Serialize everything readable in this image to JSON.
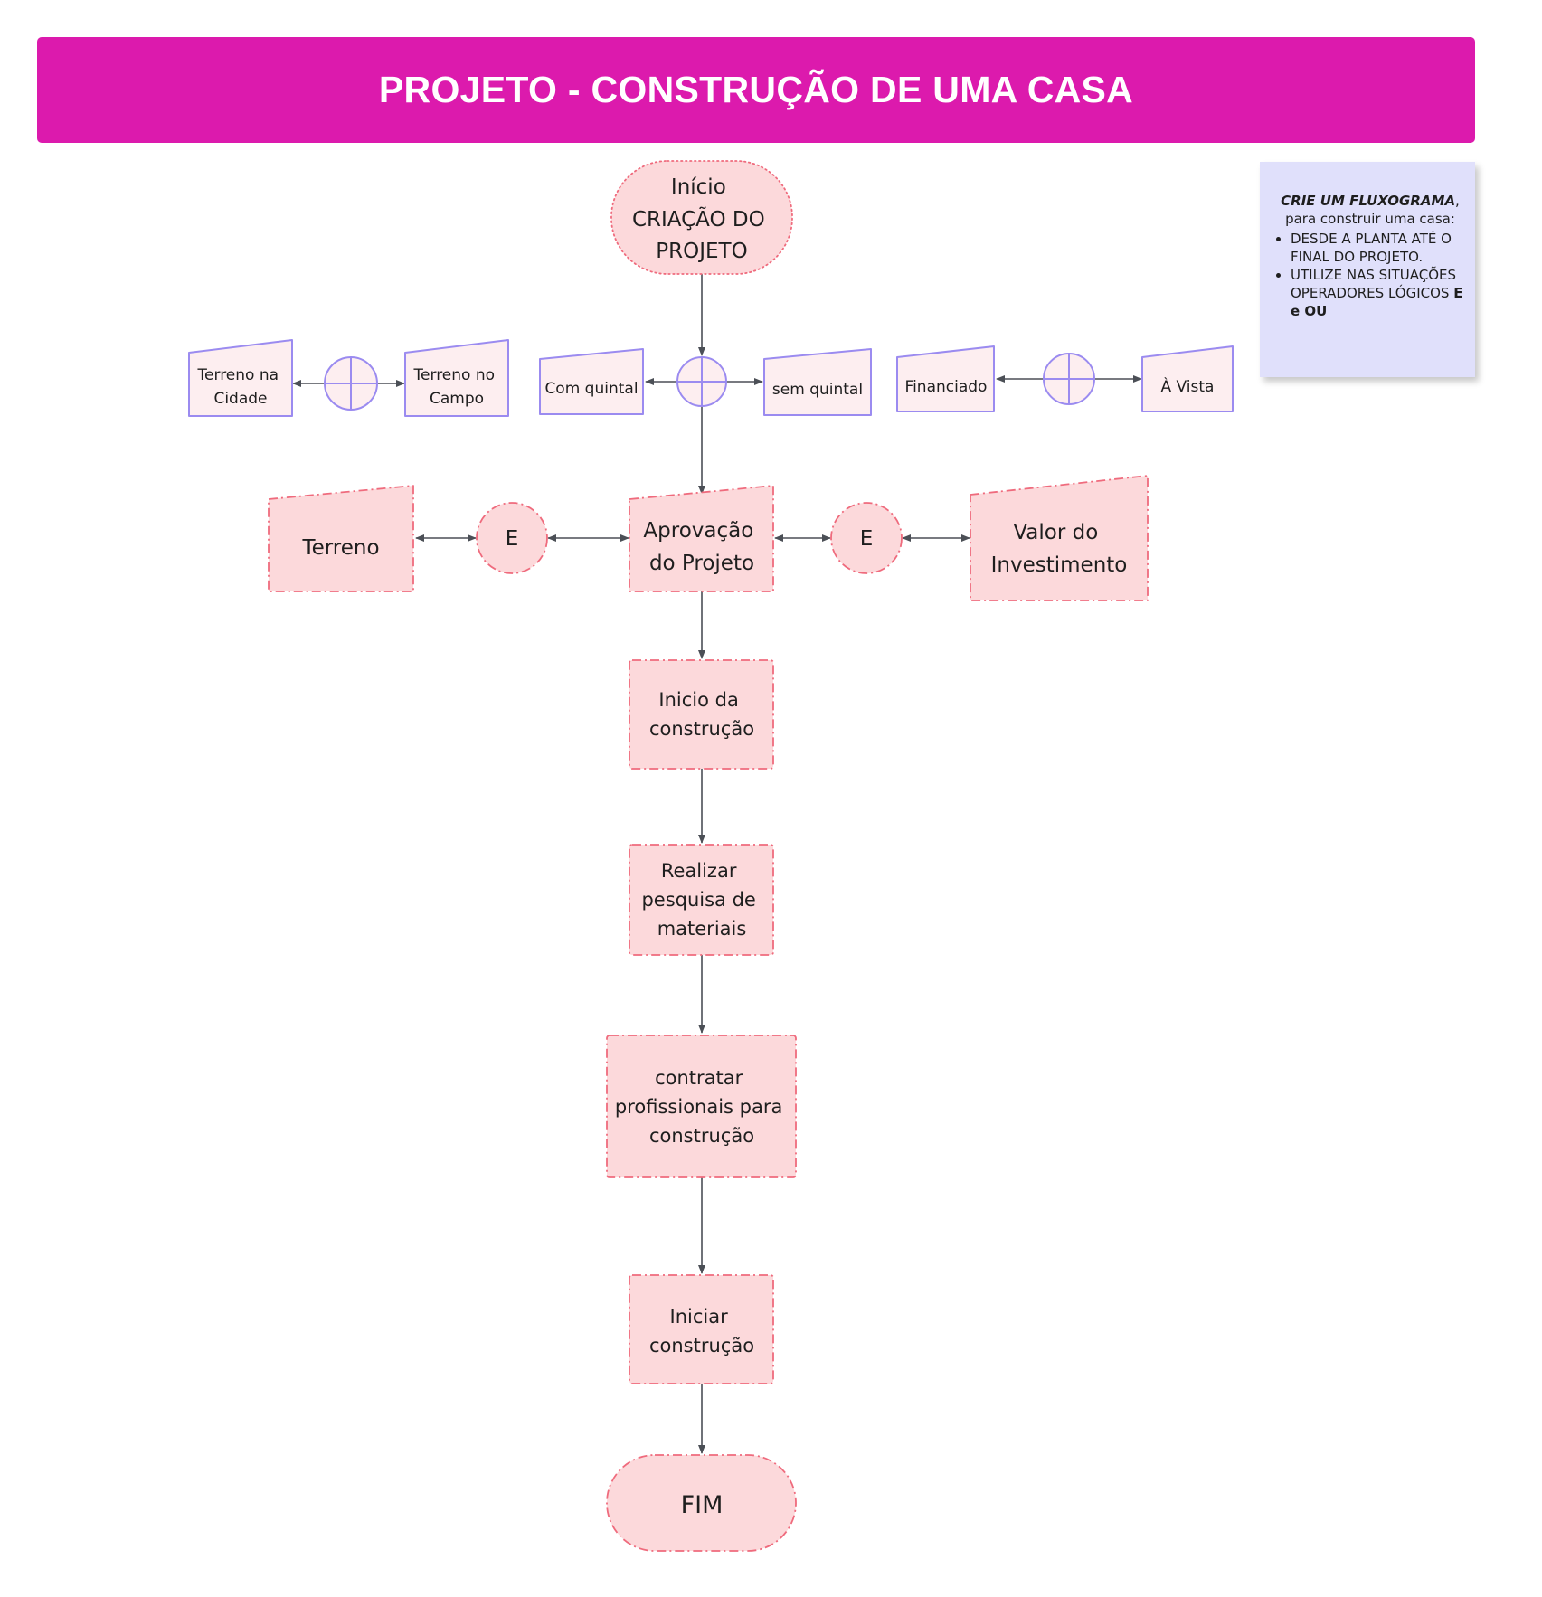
{
  "title": "PROJETO - CONSTRUÇÃO DE UMA CASA",
  "colors": {
    "title_bg": "#dc1aad",
    "pink_fill": "#fcd9db",
    "pink_stroke": "#ef6b7d",
    "purple_fill": "#fdeef0",
    "purple_stroke": "#9b8bf0",
    "note_bg": "#e0e0fb",
    "arrow": "#4b4f56"
  },
  "nodes": {
    "inicio": [
      "Início",
      "CRIAÇÃO DO",
      "PROJETO"
    ],
    "terreno_cidade": [
      "Terreno na",
      "Cidade"
    ],
    "terreno_campo": [
      "Terreno no",
      "Campo"
    ],
    "com_quintal": [
      "Com quintal"
    ],
    "sem_quintal": [
      "sem quintal"
    ],
    "financiado": [
      "Financiado"
    ],
    "a_vista": [
      "À Vista"
    ],
    "terreno": [
      "Terreno"
    ],
    "e_left": [
      "E"
    ],
    "aprovacao": [
      "Aprovação",
      "do Projeto"
    ],
    "e_right": [
      "E"
    ],
    "valor": [
      "Valor do",
      "Investimento"
    ],
    "inicio_construcao": [
      "Inicio da",
      "construção"
    ],
    "pesquisa": [
      "Realizar",
      "pesquisa de",
      "materiais"
    ],
    "contratar": [
      "contratar",
      "profissionais para",
      "construção"
    ],
    "iniciar": [
      "Iniciar",
      "construção"
    ],
    "fim": [
      "FIM"
    ]
  },
  "note": {
    "heading_bold": "CRIE UM FLUXOGRAMA",
    "heading_rest": ",",
    "subtitle": "para construir uma casa:",
    "bullet_1": "DESDE A PLANTA ATÉ O FINAL DO PROJETO.",
    "bullet_2_text": "UTILIZE NAS SITUAÇÕES OPERADORES LÓGICOS",
    "bullet_2_bold": "E e OU"
  }
}
